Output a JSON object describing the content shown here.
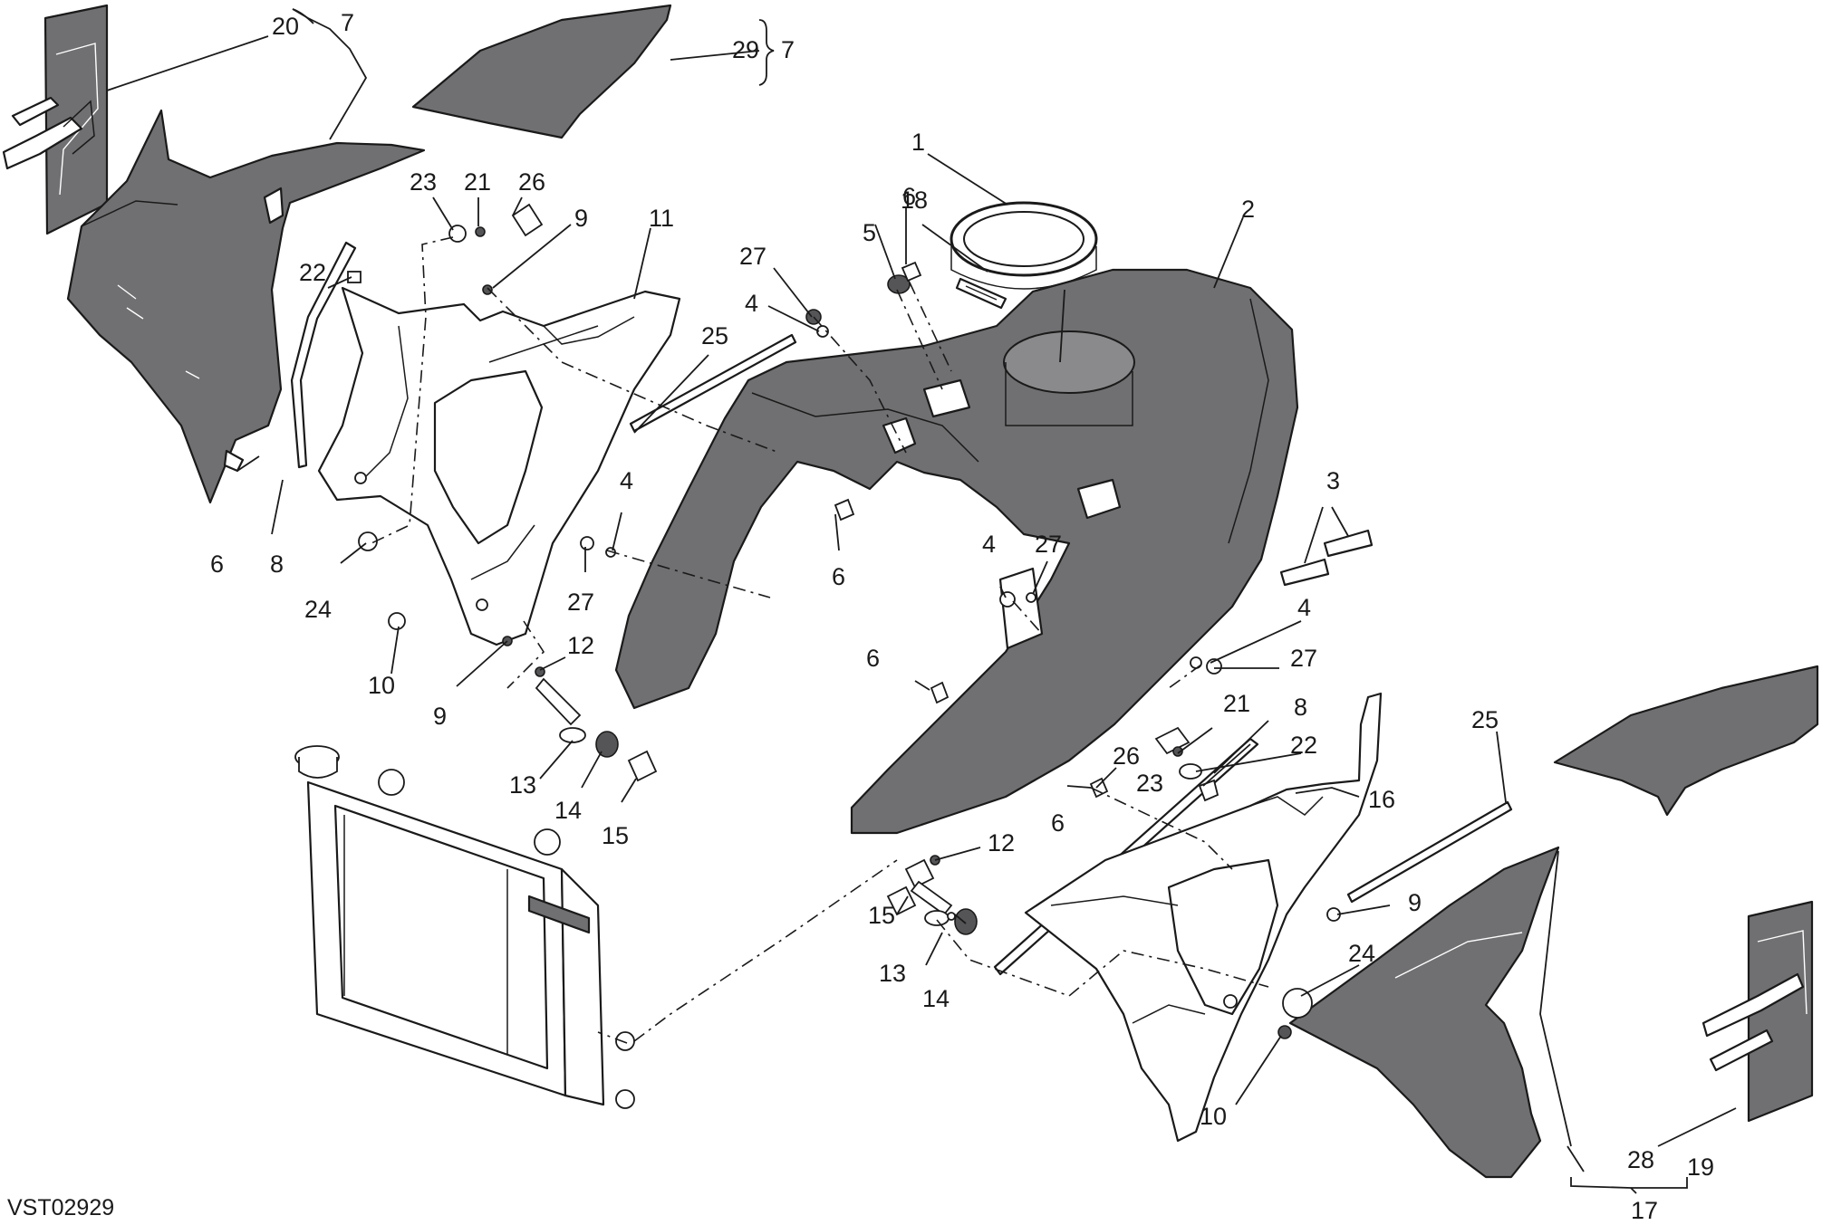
{
  "drawing_code": "VST02929",
  "callouts": [
    {
      "id": "c20",
      "text": "20"
    },
    {
      "id": "c7a",
      "text": "7"
    },
    {
      "id": "c29",
      "text": "29"
    },
    {
      "id": "c7b",
      "text": "7"
    },
    {
      "id": "c1",
      "text": "1"
    },
    {
      "id": "c18",
      "text": "18"
    },
    {
      "id": "c2",
      "text": "2"
    },
    {
      "id": "c23a",
      "text": "23"
    },
    {
      "id": "c21a",
      "text": "21"
    },
    {
      "id": "c26a",
      "text": "26"
    },
    {
      "id": "c9a",
      "text": "9"
    },
    {
      "id": "c11",
      "text": "11"
    },
    {
      "id": "c27a",
      "text": "27"
    },
    {
      "id": "c6a",
      "text": "6"
    },
    {
      "id": "c5",
      "text": "5"
    },
    {
      "id": "c22a",
      "text": "22"
    },
    {
      "id": "c4a",
      "text": "4"
    },
    {
      "id": "c25a",
      "text": "25"
    },
    {
      "id": "c6b",
      "text": "6"
    },
    {
      "id": "c8a",
      "text": "8"
    },
    {
      "id": "c4b",
      "text": "4"
    },
    {
      "id": "c3",
      "text": "3"
    },
    {
      "id": "c6c",
      "text": "6"
    },
    {
      "id": "c24a",
      "text": "24"
    },
    {
      "id": "c27b",
      "text": "27"
    },
    {
      "id": "c4c",
      "text": "4"
    },
    {
      "id": "c27c",
      "text": "27"
    },
    {
      "id": "c4d",
      "text": "4"
    },
    {
      "id": "c12a",
      "text": "12"
    },
    {
      "id": "c10a",
      "text": "10"
    },
    {
      "id": "c27d",
      "text": "27"
    },
    {
      "id": "c6d",
      "text": "6"
    },
    {
      "id": "c9b",
      "text": "9"
    },
    {
      "id": "c21b",
      "text": "21"
    },
    {
      "id": "c8b",
      "text": "8"
    },
    {
      "id": "c13a",
      "text": "13"
    },
    {
      "id": "c26b",
      "text": "26"
    },
    {
      "id": "c22b",
      "text": "22"
    },
    {
      "id": "c25b",
      "text": "25"
    },
    {
      "id": "c23b",
      "text": "23"
    },
    {
      "id": "c14a",
      "text": "14"
    },
    {
      "id": "c16",
      "text": "16"
    },
    {
      "id": "c15a",
      "text": "15"
    },
    {
      "id": "c6e",
      "text": "6"
    },
    {
      "id": "c12b",
      "text": "12"
    },
    {
      "id": "c15b",
      "text": "15"
    },
    {
      "id": "c9c",
      "text": "9"
    },
    {
      "id": "c13b",
      "text": "13"
    },
    {
      "id": "c24b",
      "text": "24"
    },
    {
      "id": "c14b",
      "text": "14"
    },
    {
      "id": "c10b",
      "text": "10"
    },
    {
      "id": "c28",
      "text": "28"
    },
    {
      "id": "c19",
      "text": "19"
    },
    {
      "id": "c17",
      "text": "17"
    }
  ]
}
